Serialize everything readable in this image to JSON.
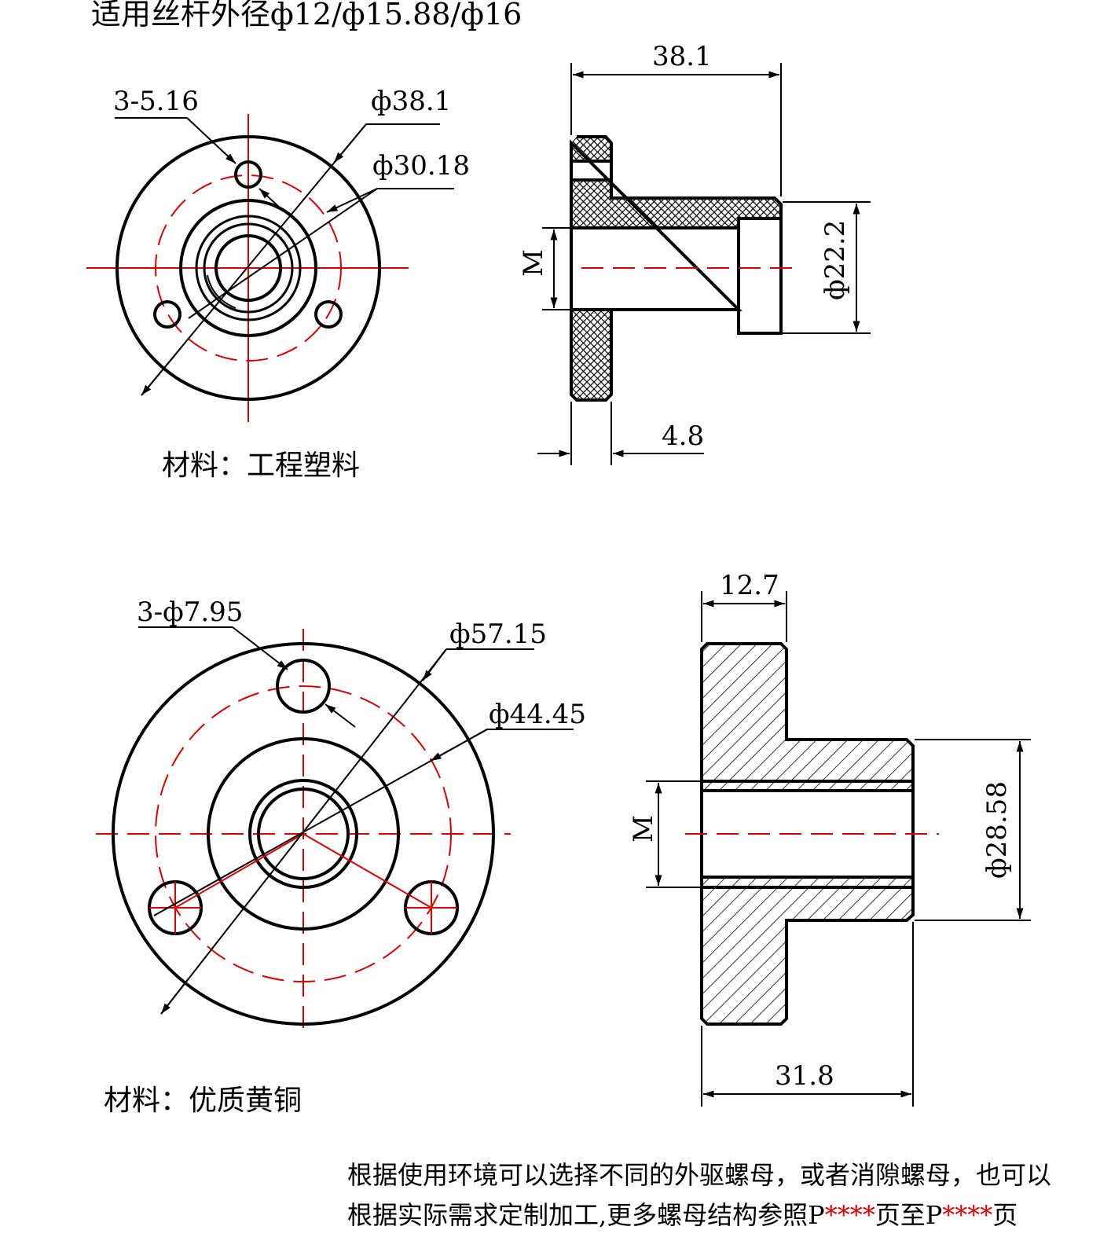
{
  "header": {
    "title": "适用丝杆外径ф12/ф15.88/ф16"
  },
  "plastic_nut": {
    "front_view": {
      "hole_callout": "3-5.16",
      "outer_diameter": "ф38.1",
      "pitch_circle": "ф30.18"
    },
    "section_view": {
      "flange_outer": "38.1",
      "body_diameter": "ф22.2",
      "thread_label": "M",
      "flange_thickness": "4.8"
    },
    "material": "材料：工程塑料"
  },
  "brass_nut": {
    "front_view": {
      "hole_callout": "3-ф7.95",
      "outer_diameter": "ф57.15",
      "pitch_circle": "ф44.45"
    },
    "section_view": {
      "flange_thickness": "12.7",
      "body_diameter": "ф28.58",
      "thread_label": "M",
      "total_length": "31.8"
    },
    "material": "材料：优质黄铜"
  },
  "footer": {
    "line1": "根据使用环境可以选择不同的外驱螺母，或者消隙螺母，也可以",
    "line2_a": "根据实际需求定制加工,更多螺母结构参照P",
    "line2_b": "****",
    "line2_c": "页至P",
    "line2_d": "****",
    "line2_e": "页"
  },
  "colors": {
    "outline": "#000000",
    "centerline": "#e00000",
    "stars": "#e00000"
  }
}
